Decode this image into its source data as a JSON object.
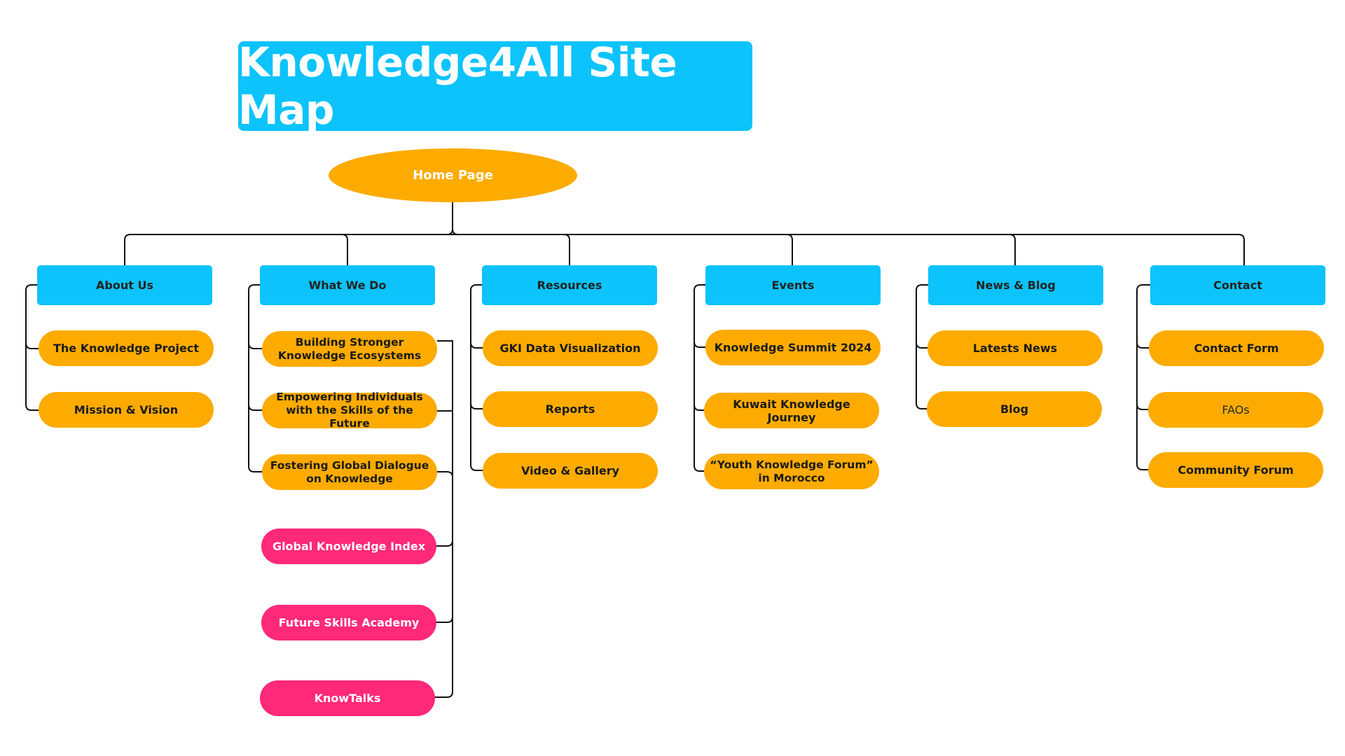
{
  "title": "Knowledge4All Site Map",
  "root": {
    "label": "Home Page"
  },
  "colors": {
    "title_bg": "#0cc3fc",
    "category_bg": "#0cc3fc",
    "page_bg": "#fdab00",
    "featured_bg": "#fe2978",
    "connector": "#111111"
  },
  "categories": [
    {
      "label": "About Us",
      "children": [
        {
          "label": "The Knowledge Project"
        },
        {
          "label": "Mission & Vision"
        }
      ]
    },
    {
      "label": "What We Do",
      "children": [
        {
          "label": "Building Stronger Knowledge Ecosystems"
        },
        {
          "label": "Empowering Individuals with the Skills of the Future"
        },
        {
          "label": "Fostering Global Dialogue on Knowledge"
        }
      ],
      "featured": [
        {
          "label": "Global Knowledge Index"
        },
        {
          "label": "Future Skills Academy"
        },
        {
          "label": "KnowTalks"
        }
      ]
    },
    {
      "label": "Resources",
      "children": [
        {
          "label": "GKI Data Visualization"
        },
        {
          "label": "Reports"
        },
        {
          "label": "Video & Gallery"
        }
      ]
    },
    {
      "label": "Events",
      "children": [
        {
          "label": "Knowledge Summit 2024"
        },
        {
          "label": "Kuwait Knowledge Journey"
        },
        {
          "label": "“Youth Knowledge Forum” in Morocco"
        }
      ]
    },
    {
      "label": "News & Blog",
      "children": [
        {
          "label": "Latests News"
        },
        {
          "label": "Blog"
        }
      ]
    },
    {
      "label": "Contact",
      "children": [
        {
          "label": "Contact Form"
        },
        {
          "label": "FAOs"
        },
        {
          "label": "Community Forum"
        }
      ]
    }
  ]
}
